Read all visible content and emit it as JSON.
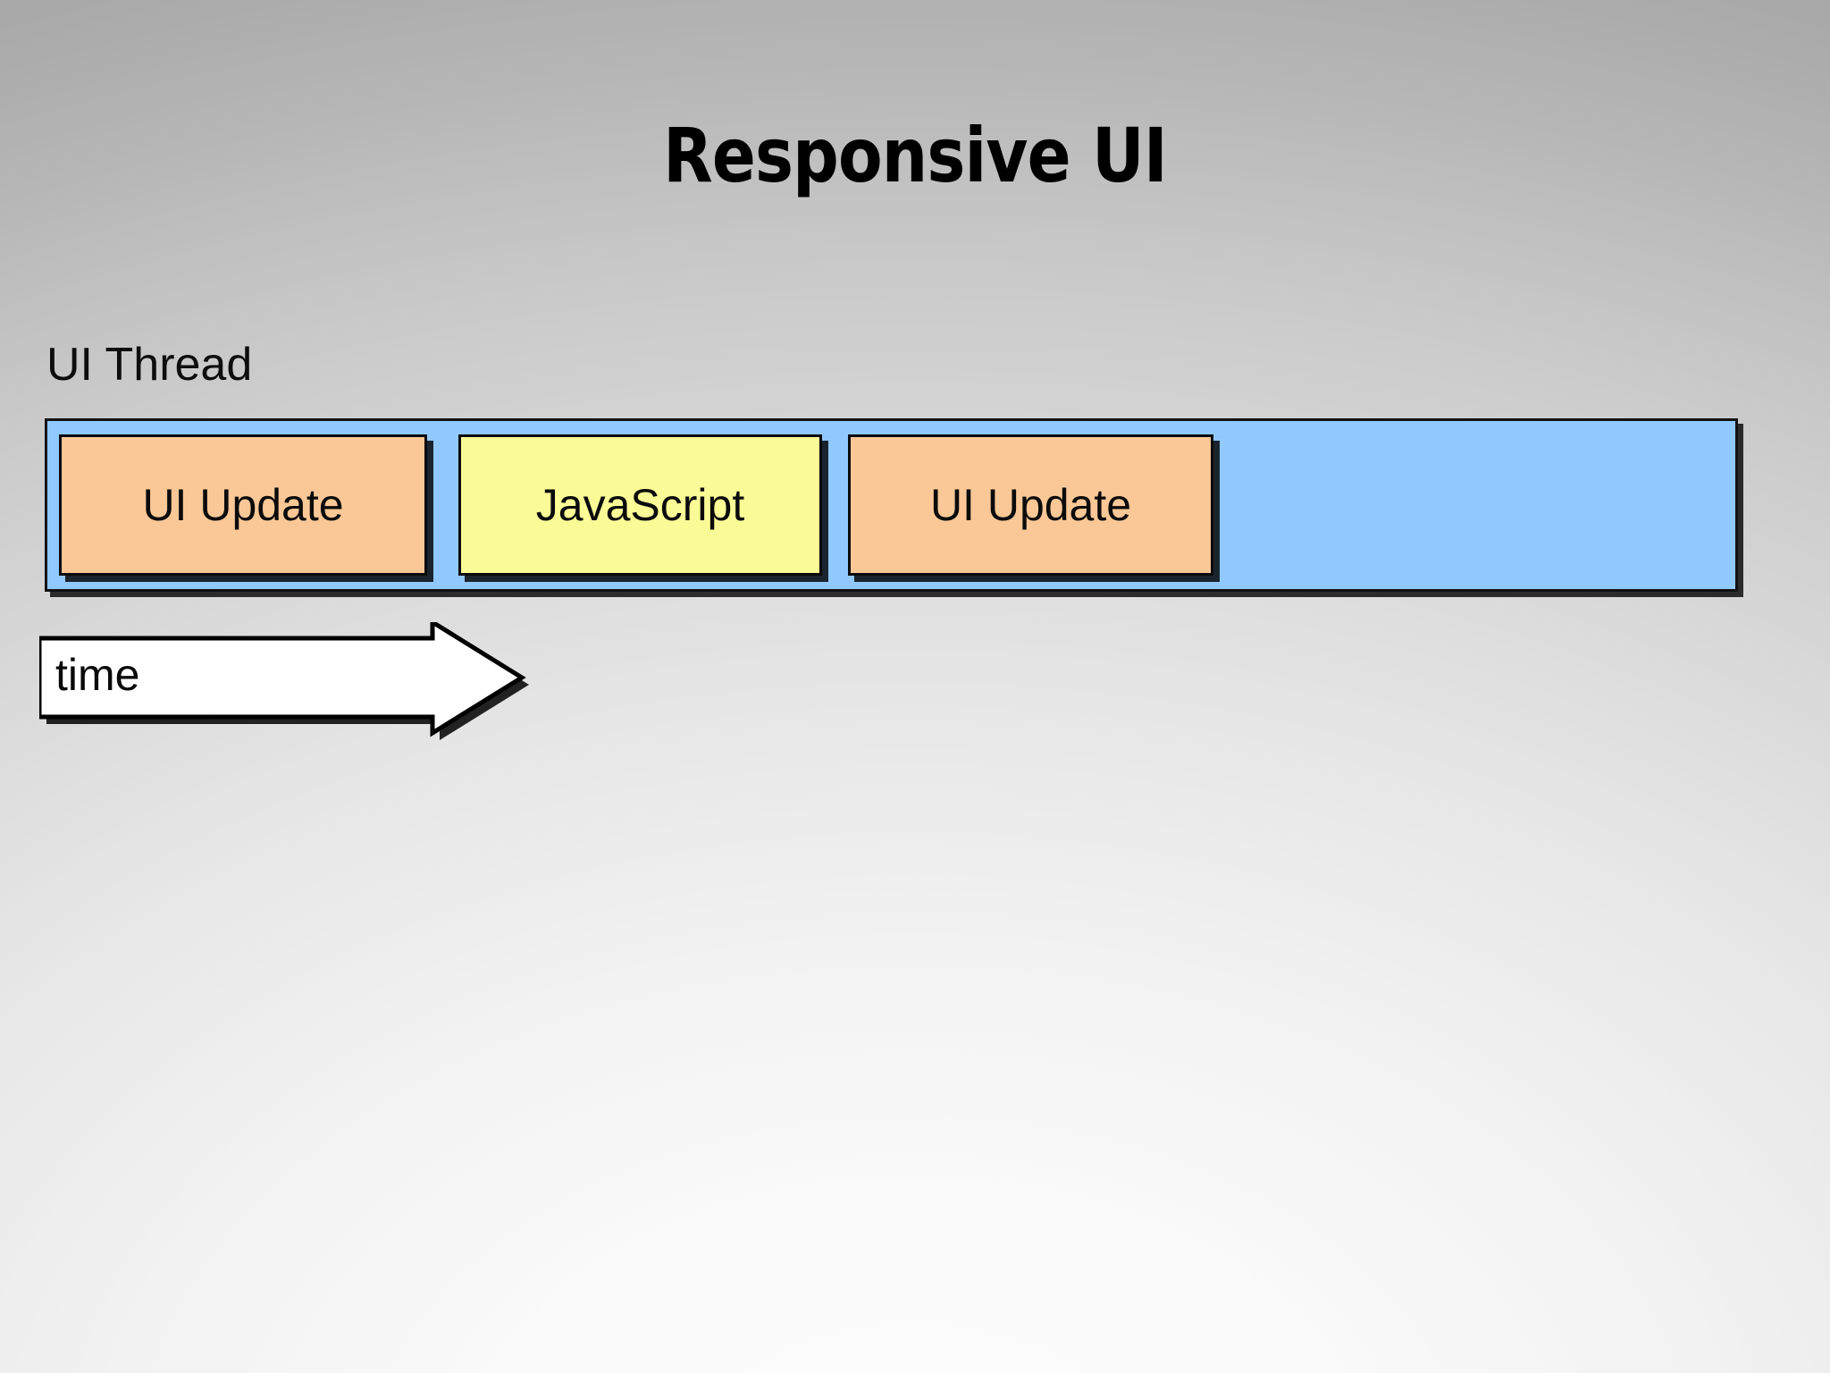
{
  "slide": {
    "title": "Responsive UI",
    "background": {
      "top_color": "#a9a9a9",
      "bottom_color": "#fdfdfd",
      "style": "radial-gradient-gray-to-white"
    }
  },
  "diagram": {
    "thread_label": "UI Thread",
    "track": {
      "name": "ui-thread-track",
      "fill_color": "#91c9ff",
      "border_color": "#121212"
    },
    "segments": [
      {
        "label": "UI Update",
        "kind": "ui-update",
        "fill_color": "#fac896",
        "border_color": "#0a0a0a"
      },
      {
        "label": "JavaScript",
        "kind": "javascript",
        "fill_color": "#fafa96",
        "border_color": "#0a0a0a"
      },
      {
        "label": "UI Update",
        "kind": "ui-update",
        "fill_color": "#fac896",
        "border_color": "#0a0a0a"
      }
    ],
    "time_axis": {
      "label": "time",
      "direction": "right",
      "fill_color": "#ffffff",
      "border_color": "#000000"
    }
  }
}
